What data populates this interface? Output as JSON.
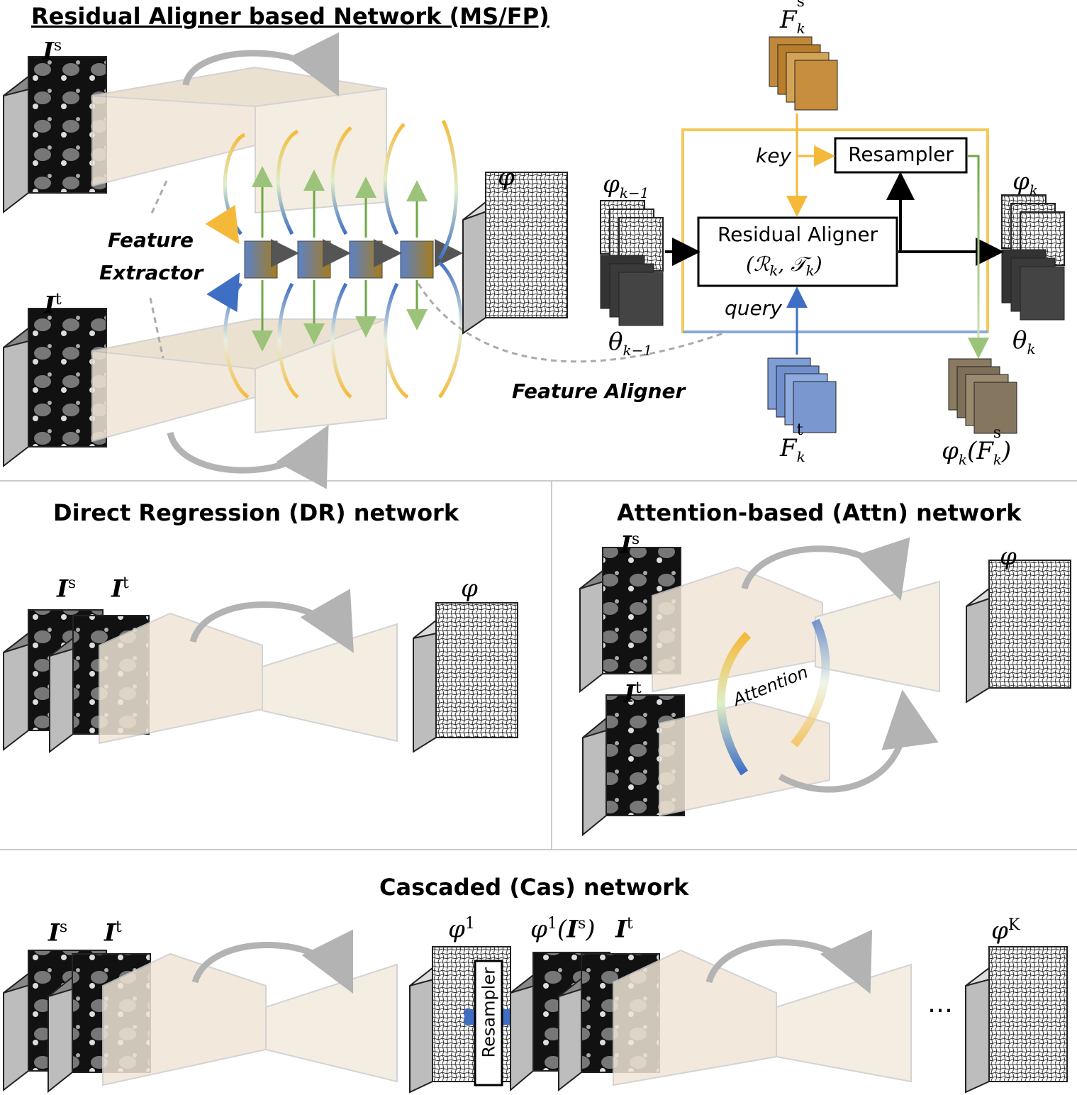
{
  "top": {
    "title": "Residual Aligner based Network (MS/FP)",
    "source_label": "I",
    "source_sup": "s",
    "target_label": "I",
    "target_sup": "t",
    "feature_extractor_line1": "Feature",
    "feature_extractor_line2": "Extractor",
    "feature_aligner": "Feature Aligner",
    "phi": "φ",
    "fks_label": "F",
    "fks_sub": "k",
    "fks_sup": "s",
    "fkt_label": "F",
    "fkt_sub": "k",
    "fkt_sup": "t",
    "key": "key",
    "query": "query",
    "resampler": "Resampler",
    "residual_aligner": "Residual Aligner",
    "residual_aligner_args": "(ℛ",
    "ra_k1": "k",
    "ra_comma": ", 𝒯",
    "ra_k2": "k",
    "ra_close": ")",
    "phi_k_minus_1": "φ",
    "phi_k_minus_1_sub": "k−1",
    "theta_k_minus_1": "θ",
    "theta_k_minus_1_sub": "k−1",
    "phi_k": "φ",
    "phi_k_sub": "k",
    "theta_k": "θ",
    "theta_k_sub": "k",
    "warped_label_a": "φ",
    "warped_label_sub": "k",
    "warped_label_b": "(F",
    "warped_label_c": "k",
    "warped_label_d": "s",
    "warped_label_e": ")"
  },
  "dr": {
    "title": "Direct Regression (DR) network",
    "source_label": "I",
    "source_sup": "s",
    "target_label": "I",
    "target_sup": "t",
    "phi": "φ"
  },
  "attn": {
    "title": "Attention-based (Attn) network",
    "source_label": "I",
    "source_sup": "s",
    "target_label": "I",
    "target_sup": "t",
    "phi": "φ",
    "attention": "Attention"
  },
  "cas": {
    "title": "Cascaded (Cas) network",
    "source_label": "I",
    "source_sup": "s",
    "target_label": "I",
    "target_sup": "t",
    "phi1": "φ",
    "phi1_sup": "1",
    "phi1_is_a": "φ",
    "phi1_is_sup": "1",
    "phi1_is_b": "(",
    "phi1_is_c": "I",
    "phi1_is_d": "s",
    "phi1_is_e": ")",
    "target2_label": "I",
    "target2_sup": "t",
    "resampler": "Resampler",
    "ellipsis": "…",
    "phiK": "φ",
    "phiK_sup": "K"
  },
  "colors": {
    "volume_fill": "#f0e6d6",
    "volume_edge": "#cccccc",
    "arrow_gray": "#b3b3b3",
    "yellow": "#f5b93a",
    "blue": "#3f6fc4",
    "green": "#6ea845",
    "divider": "#bbbbbb"
  }
}
